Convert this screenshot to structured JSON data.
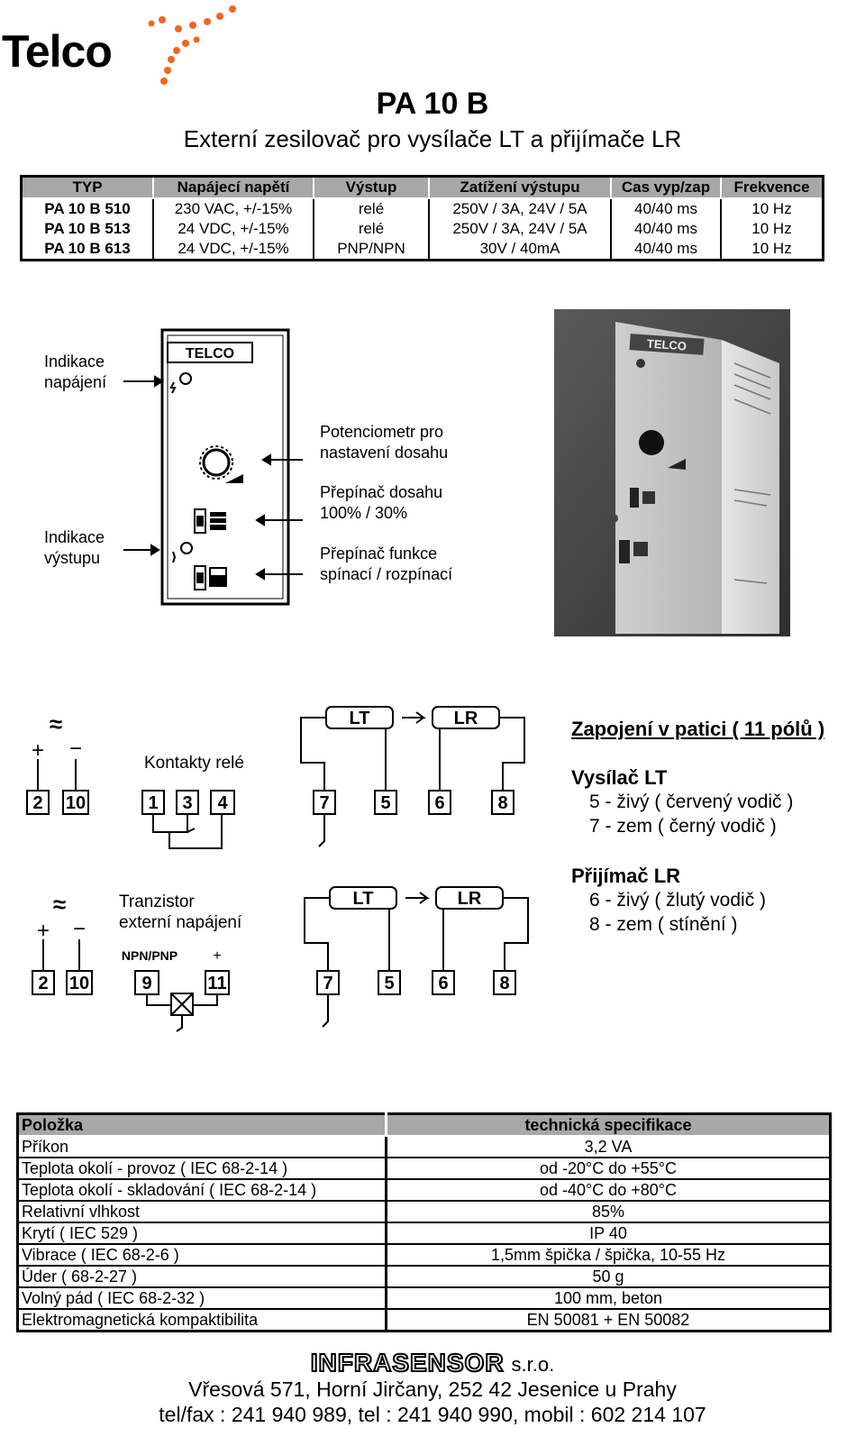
{
  "brand": {
    "logo": "Telco",
    "accent": "#f26522"
  },
  "title": "PA 10 B",
  "subtitle": "Externí zesilovač pro vysílače LT a přijímače LR",
  "top_table": {
    "headers": [
      "TYP",
      "Napájecí napětí",
      "Výstup",
      "Zatížení výstupu",
      "Cas vyp/zap",
      "Frekvence"
    ],
    "rows": [
      [
        "PA 10 B 510",
        "230 VAC, +/-15%",
        "relé",
        "250V / 3A, 24V / 5A",
        "40/40 ms",
        "10 Hz"
      ],
      [
        "PA 10 B 513",
        "24 VDC, +/-15%",
        "relé",
        "250V / 3A, 24V / 5A",
        "40/40 ms",
        "10 Hz"
      ],
      [
        "PA 10 B 613",
        "24 VDC, +/-15%",
        "PNP/NPN",
        "30V / 40mA",
        "40/40 ms",
        "10 Hz"
      ]
    ]
  },
  "device_diagram": {
    "panel_logo": "TELCO",
    "label_power_1": "Indikace",
    "label_power_2": "napájení",
    "label_output_1": "Indikace",
    "label_output_2": "výstupu",
    "label_pot_1": "Potenciometr pro",
    "label_pot_2": "nastavení dosahu",
    "label_range_1": "Přepínač dosahu",
    "label_range_2": "100% / 30%",
    "label_func_1": "Přepínač funkce",
    "label_func_2": "spínací / rozpínací"
  },
  "wiring": {
    "relay_label": "Kontakty relé",
    "tranzistor_label_1": "Tranzistor",
    "tranzistor_label_2": "externí napájení",
    "npn_pnp": "NPN/PNP",
    "plus": "+",
    "minus": "−",
    "ac": "≈",
    "lt": "LT",
    "lr": "LR",
    "relay_terminals": [
      "2",
      "10",
      "1",
      "3",
      "4",
      "7",
      "5",
      "6",
      "8"
    ],
    "tranzistor_terminals": [
      "2",
      "10",
      "9",
      "11",
      "7",
      "5",
      "6",
      "8"
    ],
    "title": "Zapojení v patici ( 11 pólů )",
    "transmitter_head": "Vysílač  LT",
    "transmitter_line_1": "5 - živý ( červený vodič )",
    "transmitter_line_2": "7 - zem ( černý vodič )",
    "receiver_head": "Přijímač LR",
    "receiver_line_1": "6 - živý ( žlutý vodič )",
    "receiver_line_2": "8 - zem ( stínění )"
  },
  "spec_table": {
    "header_item": "Položka",
    "header_spec": "technická specifikace",
    "rows": [
      [
        "Příkon",
        "3,2 VA"
      ],
      [
        "Teplota okolí - provoz ( IEC 68-2-14 )",
        "od -20°C do +55°C"
      ],
      [
        "Teplota okolí - skladování ( IEC 68-2-14 )",
        "od -40°C do +80°C"
      ],
      [
        "Relativní vlhkost",
        "85%"
      ],
      [
        "Krytí ( IEC 529 )",
        "IP 40"
      ],
      [
        "Vibrace ( IEC 68-2-6 )",
        "1,5mm špička / špička, 10-55 Hz"
      ],
      [
        "Úder ( 68-2-27 )",
        "50 g"
      ],
      [
        "Volný pád ( IEC 68-2-32 )",
        "100 mm, beton"
      ],
      [
        "Elektromagnetická kompaktibilita",
        "EN 50081 + EN 50082"
      ]
    ]
  },
  "footer": {
    "brand": "INFRASENSOR",
    "suffix": "s.r.o.",
    "address": "Vřesová 571, Horní Jirčany, 252 42  Jesenice u Prahy",
    "contact": "tel/fax : 241 940 989, tel : 241 940 990, mobil : 602 214 107"
  }
}
